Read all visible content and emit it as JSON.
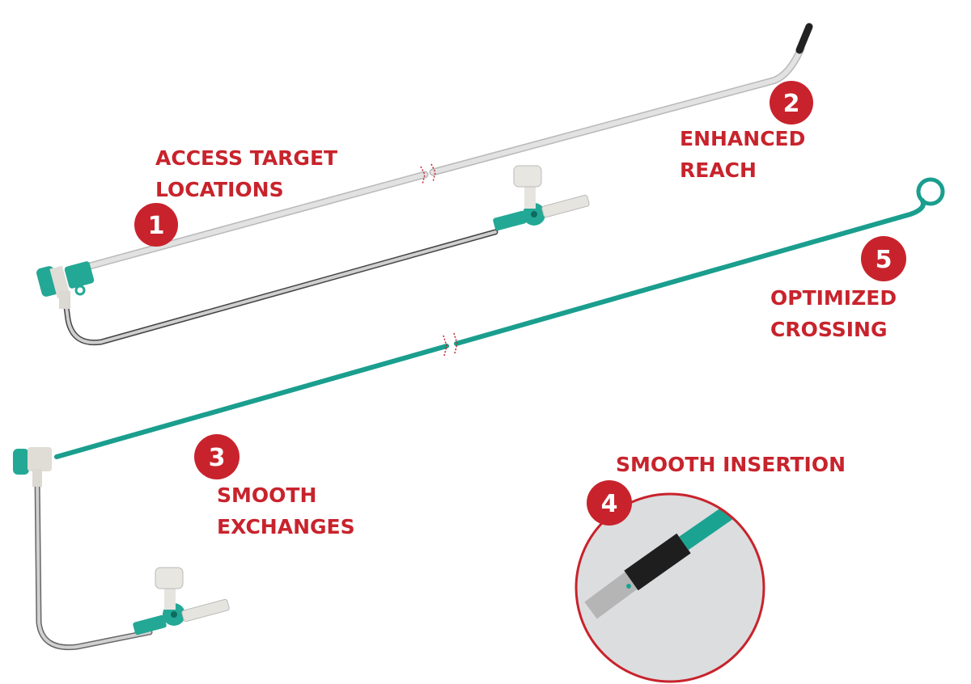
{
  "colors": {
    "accent": "#c8232c",
    "teal": "#1a9e8e",
    "tube_gray": "#d6d6d6",
    "tip_black": "#222222"
  },
  "features": [
    {
      "number": "1",
      "lines": [
        "ACCESS TARGET",
        "LOCATIONS"
      ]
    },
    {
      "number": "2",
      "lines": [
        "ENHANCED",
        "REACH"
      ]
    },
    {
      "number": "3",
      "lines": [
        "SMOOTH",
        "EXCHANGES"
      ]
    },
    {
      "number": "4",
      "lines": [
        "SMOOTH INSERTION"
      ]
    },
    {
      "number": "5",
      "lines": [
        "OPTIMIZED",
        "CROSSING"
      ]
    }
  ]
}
